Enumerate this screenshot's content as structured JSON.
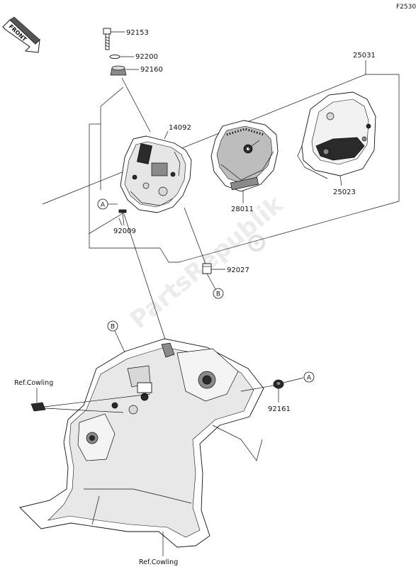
{
  "diagram_code": "F2530",
  "front_label": "FRONT",
  "watermark": "PartsRepublik",
  "parts": [
    {
      "id": "p-92153",
      "number": "92153"
    },
    {
      "id": "p-92200",
      "number": "92200"
    },
    {
      "id": "p-92160",
      "number": "92160"
    },
    {
      "id": "p-25031",
      "number": "25031"
    },
    {
      "id": "p-14092",
      "number": "14092"
    },
    {
      "id": "p-28011",
      "number": "28011"
    },
    {
      "id": "p-25023",
      "number": "25023"
    },
    {
      "id": "p-92009",
      "number": "92009"
    },
    {
      "id": "p-92027",
      "number": "92027"
    },
    {
      "id": "p-92161",
      "number": "92161"
    }
  ],
  "callouts": {
    "a": "A",
    "b": "B"
  },
  "references": {
    "cowling": "Ref.Cowling"
  }
}
